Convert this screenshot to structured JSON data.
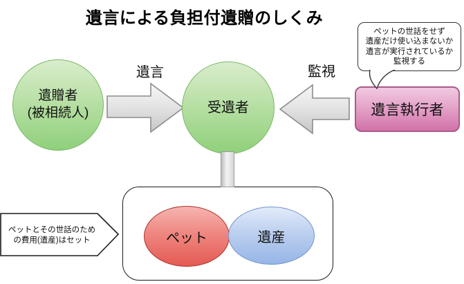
{
  "title": "遺言による負担付遺贈のしくみ",
  "nodes": {
    "testator": {
      "line1": "遺贈者",
      "line2": "(被相続人)"
    },
    "legatee": {
      "label": "受遺者"
    },
    "executor": {
      "label": "遺言執行者"
    }
  },
  "arrows": {
    "will_label": "遺言",
    "monitor_label": "監視"
  },
  "callout": {
    "lines": {
      "0": "ペットの世話をせず",
      "1": "遺産だけ使い込まないか",
      "2": "遺言が実行されているか",
      "3": "監視する"
    }
  },
  "banner": {
    "line1": "ペットとその世話のため",
    "line2": "の費用(遺産)はセット"
  },
  "bundle": {
    "pet_label": "ペット",
    "estate_label": "遺産"
  },
  "colors": {
    "circle_fill_top": "#d9edcc",
    "circle_fill_bottom": "#8fd07b",
    "circle_border": "#7ab868",
    "executor_fill_top": "#f0c9e0",
    "executor_fill_bottom": "#d172a8",
    "executor_border": "#a85c88",
    "pet_fill_top": "#f6b5b0",
    "pet_fill_bottom": "#e45a53",
    "pet_border": "#ab332c",
    "estate_fill_top": "#e3ebfa",
    "estate_fill_bottom": "#96b5e6",
    "estate_border": "#7094cf",
    "arrow_fill_top": "#f5f5f5",
    "arrow_fill_bottom": "#c9c9c9",
    "arrow_border": "#8c8c8c"
  }
}
